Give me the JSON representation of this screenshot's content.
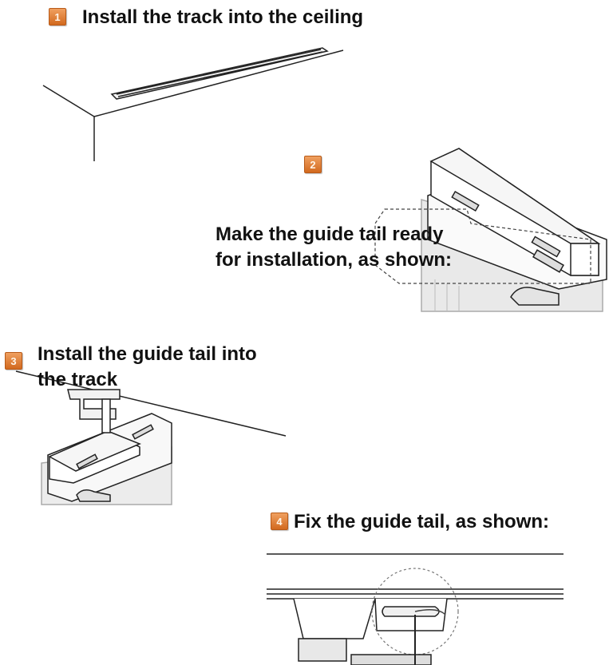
{
  "steps": [
    {
      "number": "1",
      "text": "Install the track into the ceiling"
    },
    {
      "number": "2",
      "line1": "Make the guide tail ready",
      "line2": "for installation, as shown:"
    },
    {
      "number": "3",
      "line1": "Install the guide tail into",
      "line2": "the track"
    },
    {
      "number": "4",
      "text": "Fix the guide tail, as shown:"
    }
  ],
  "colors": {
    "badge": "#d2691e",
    "text": "#111111",
    "line": "#222222"
  }
}
